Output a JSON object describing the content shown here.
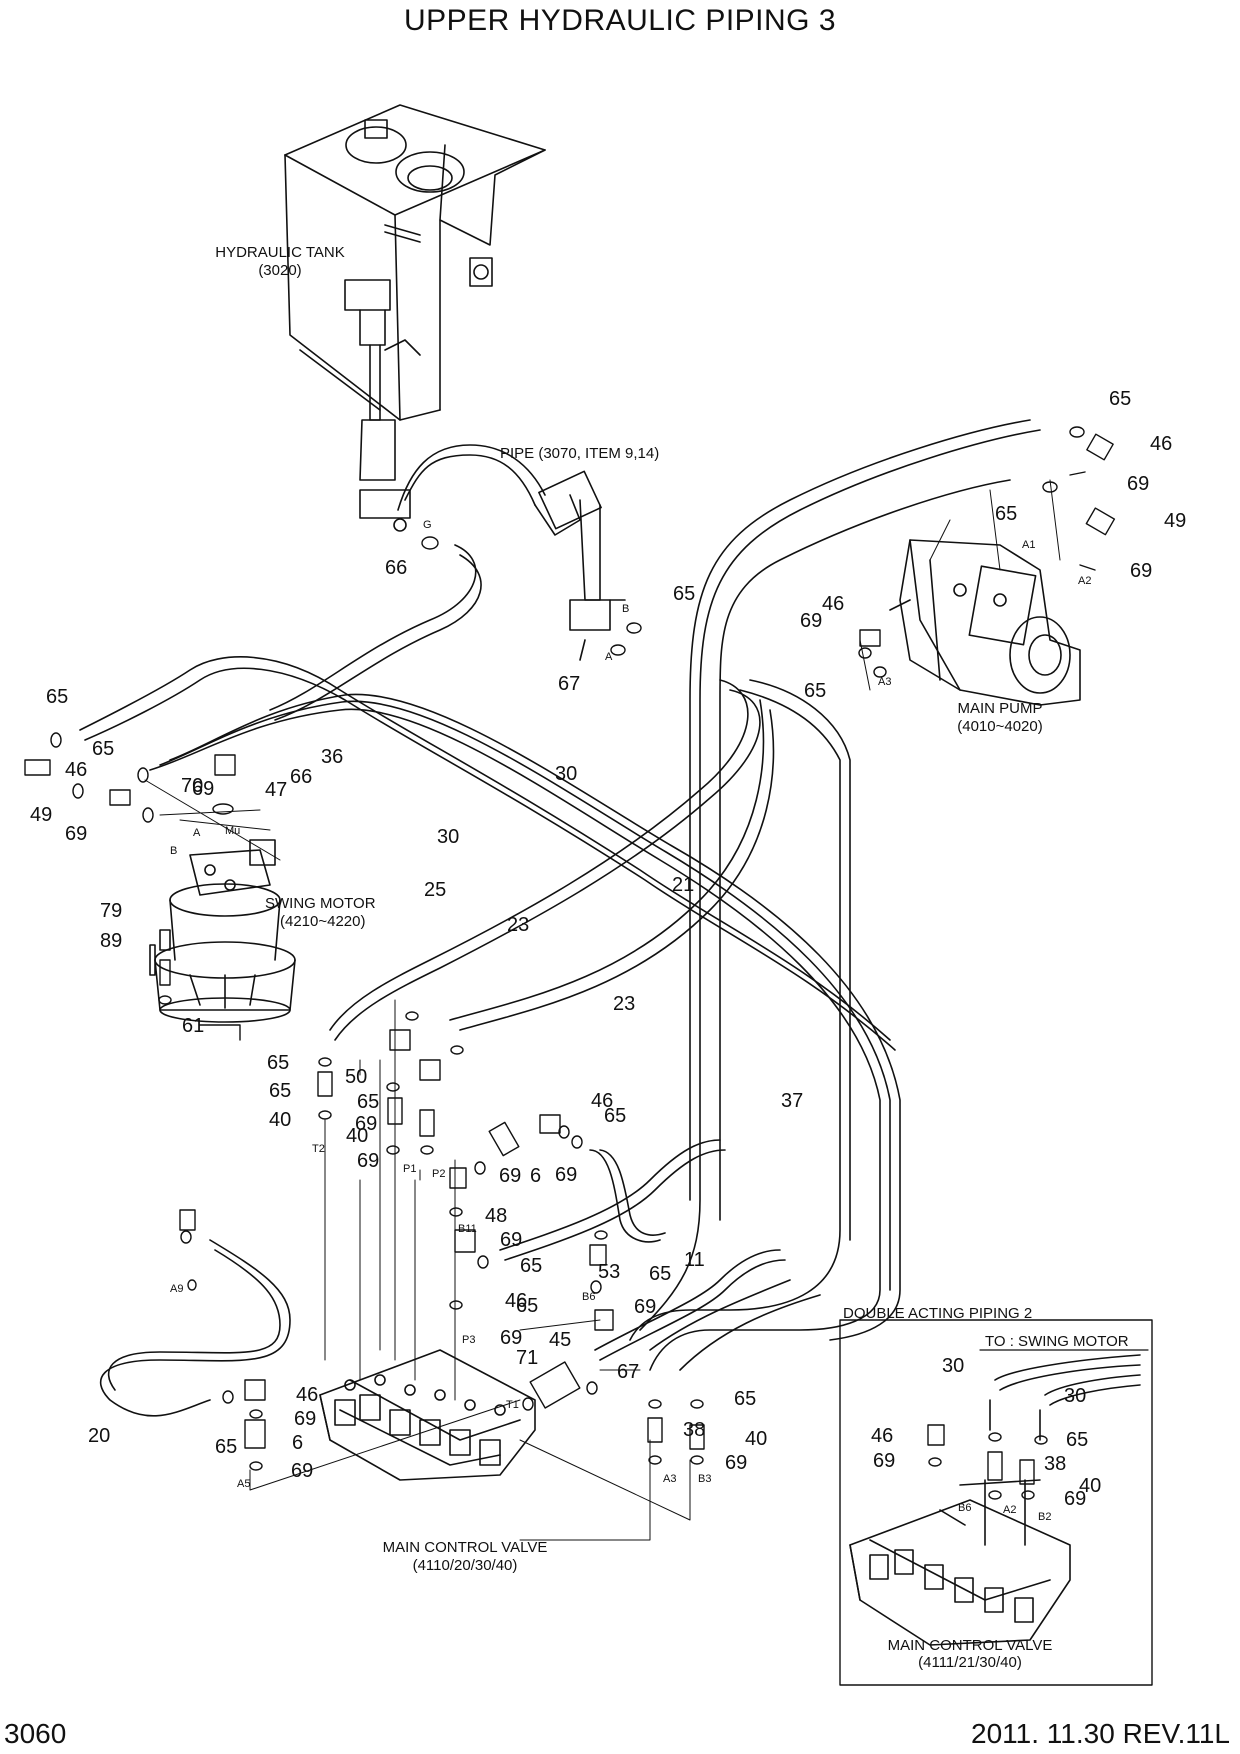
{
  "title": "UPPER HYDRAULIC PIPING 3",
  "page_number": "3060",
  "revision": "2011. 11.30 REV.11L",
  "components": {
    "tank": {
      "name": "HYDRAULIC TANK",
      "code": "(3020)"
    },
    "pipe": {
      "name": "PIPE (3070, ITEM 9,14)"
    },
    "pump": {
      "name": "MAIN PUMP",
      "code": "(4010~4020)"
    },
    "swing": {
      "name": "SWING MOTOR",
      "code": "(4210~4220)"
    },
    "mcv": {
      "name": "MAIN CONTROL VALVE",
      "code": "(4110/20/30/40)"
    }
  },
  "inset": {
    "title": "DOUBLE ACTING PIPING 2",
    "subtitle": "TO : SWING MOTOR",
    "mcv_name": "MAIN CONTROL VALVE",
    "mcv_code": "(4111/21/30/40)"
  },
  "ports": [
    "G",
    "B",
    "A",
    "A1",
    "A2",
    "A3",
    "Mu",
    "A",
    "B",
    "T2",
    "P1",
    "P2",
    "B11",
    "A9",
    "B6",
    "P3",
    "T1",
    "A5",
    "A3",
    "B3",
    "B6",
    "A2",
    "B2"
  ],
  "callouts": [
    "65",
    "46",
    "69",
    "65",
    "49",
    "69",
    "65",
    "46",
    "69",
    "65",
    "67",
    "66",
    "65",
    "65",
    "46",
    "49",
    "69",
    "69",
    "47",
    "66",
    "36",
    "70",
    "30",
    "30",
    "25",
    "23",
    "23",
    "21",
    "79",
    "89",
    "61",
    "65",
    "65",
    "40",
    "50",
    "65",
    "69",
    "40",
    "69",
    "46",
    "65",
    "6",
    "69",
    "48",
    "69",
    "69",
    "65",
    "11",
    "53",
    "65",
    "46",
    "65",
    "69",
    "69",
    "45",
    "71",
    "67",
    "65",
    "38",
    "40",
    "69",
    "46",
    "69",
    "6",
    "65",
    "69",
    "20",
    "37",
    "30",
    "30",
    "46",
    "65",
    "69",
    "38",
    "40",
    "69"
  ]
}
